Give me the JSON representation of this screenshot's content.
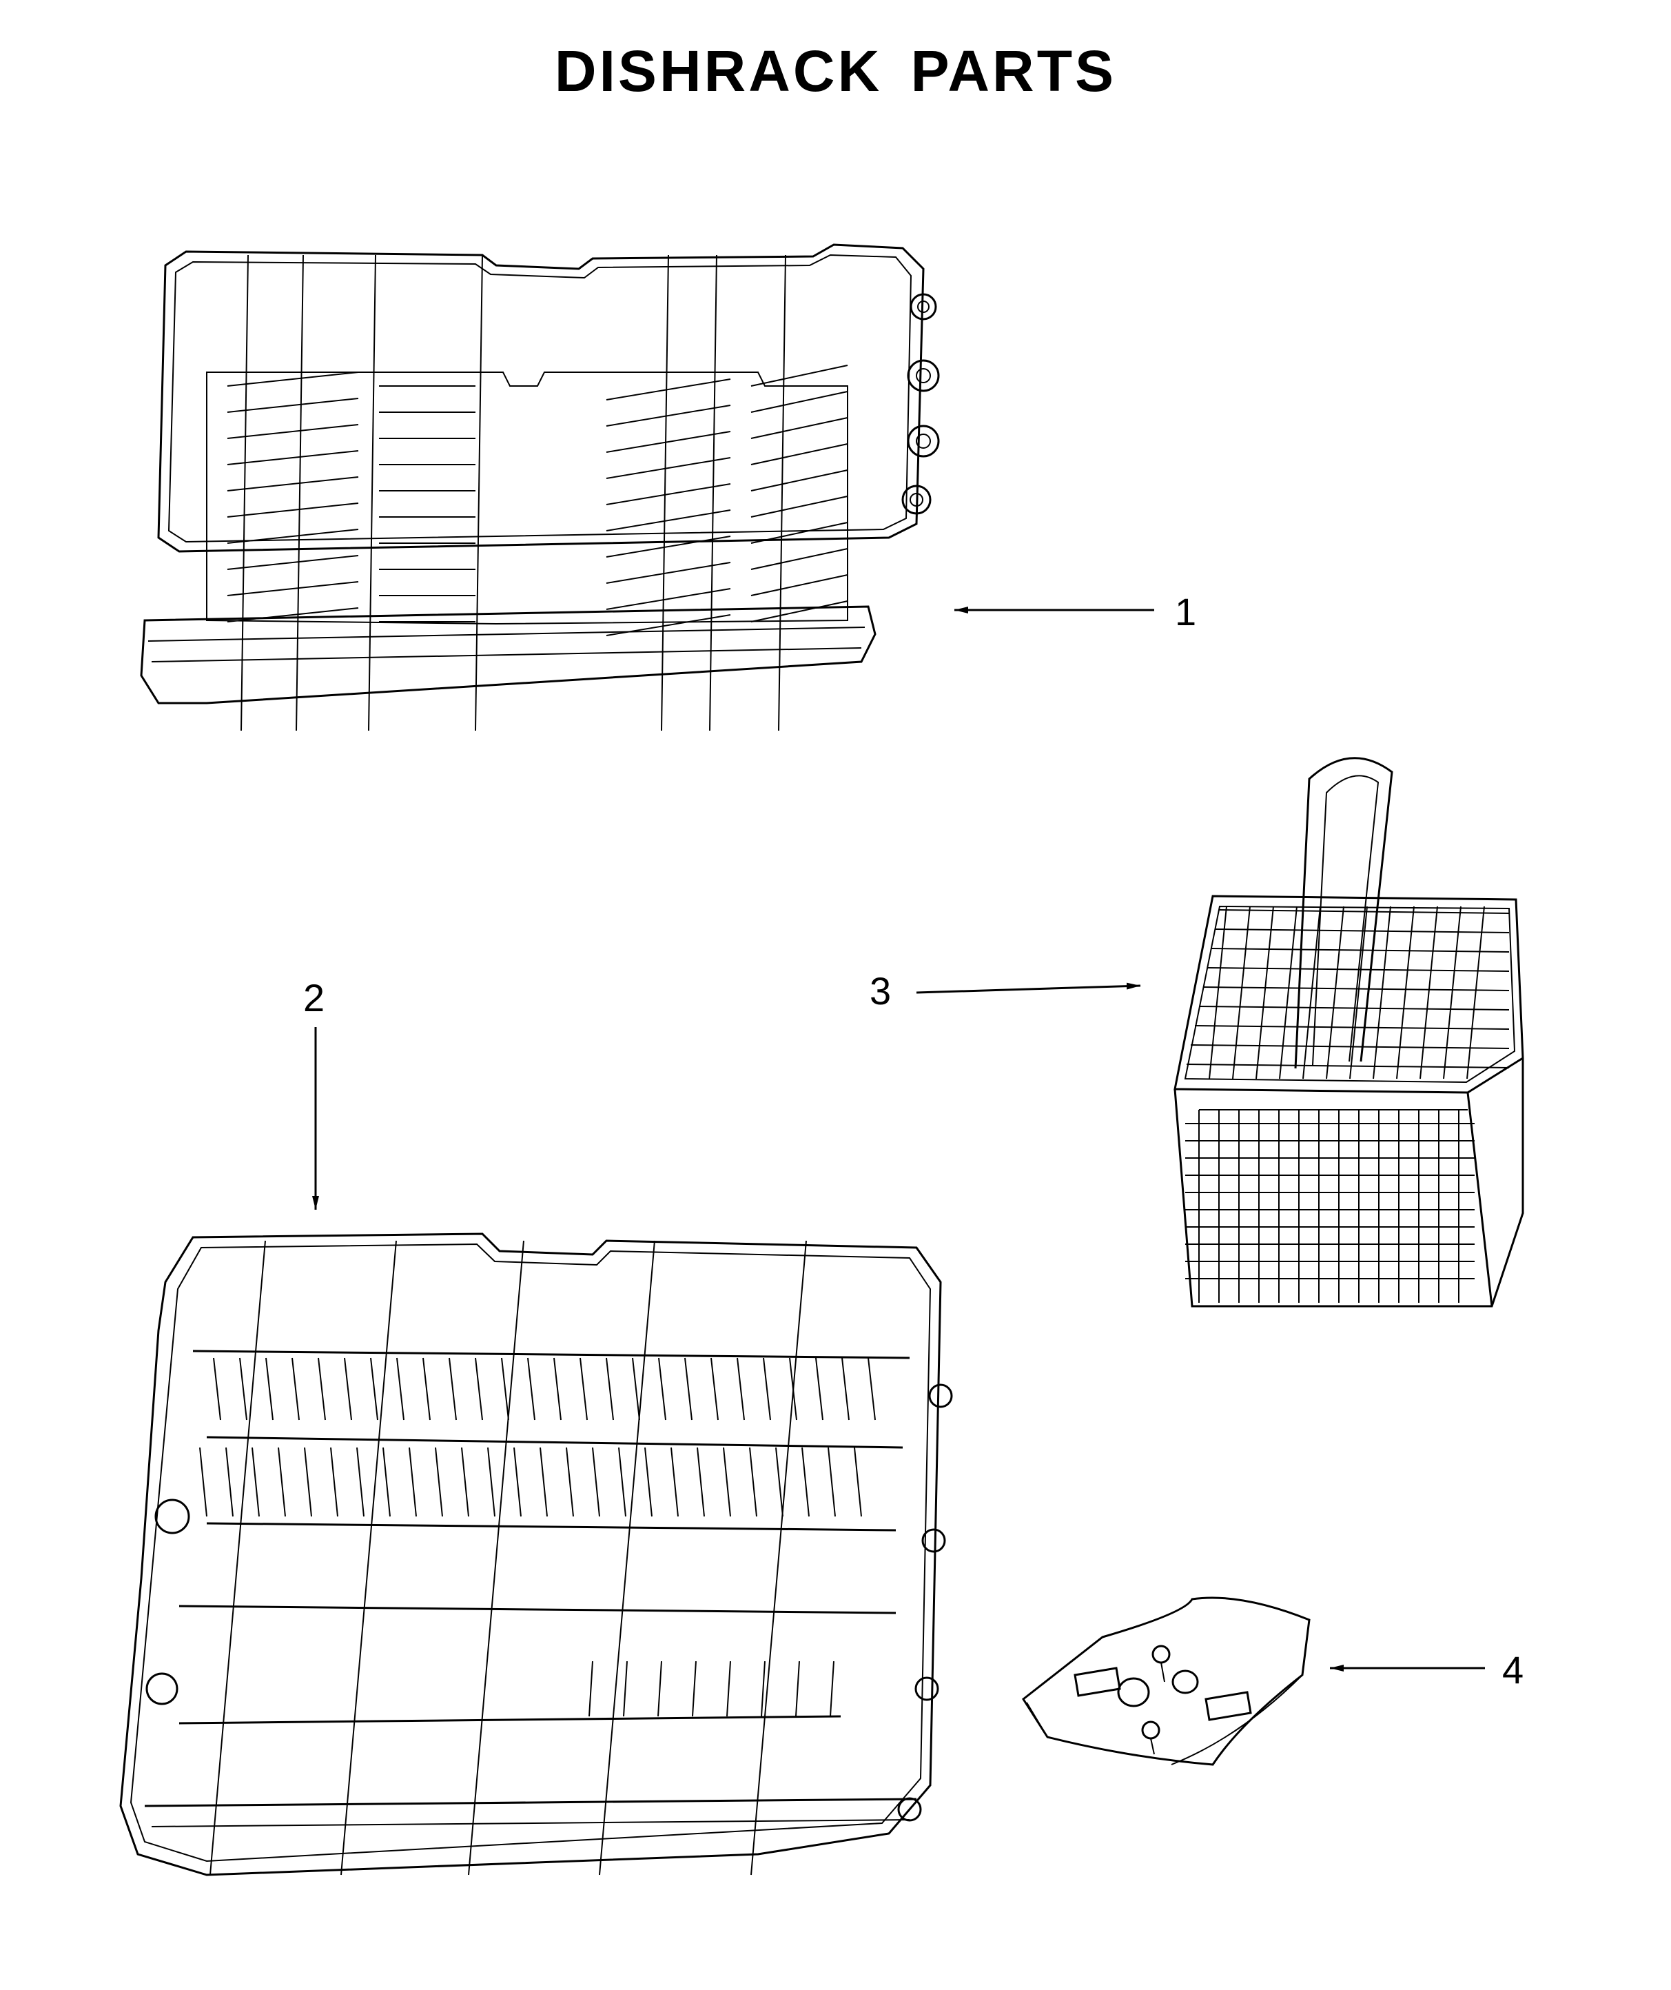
{
  "title": "DISHRACK PARTS",
  "callouts": [
    {
      "id": "1",
      "label": "1"
    },
    {
      "id": "2",
      "label": "2"
    },
    {
      "id": "3",
      "label": "3"
    },
    {
      "id": "4",
      "label": "4"
    }
  ],
  "colors": {
    "ink": "#000000",
    "paper": "#ffffff"
  }
}
